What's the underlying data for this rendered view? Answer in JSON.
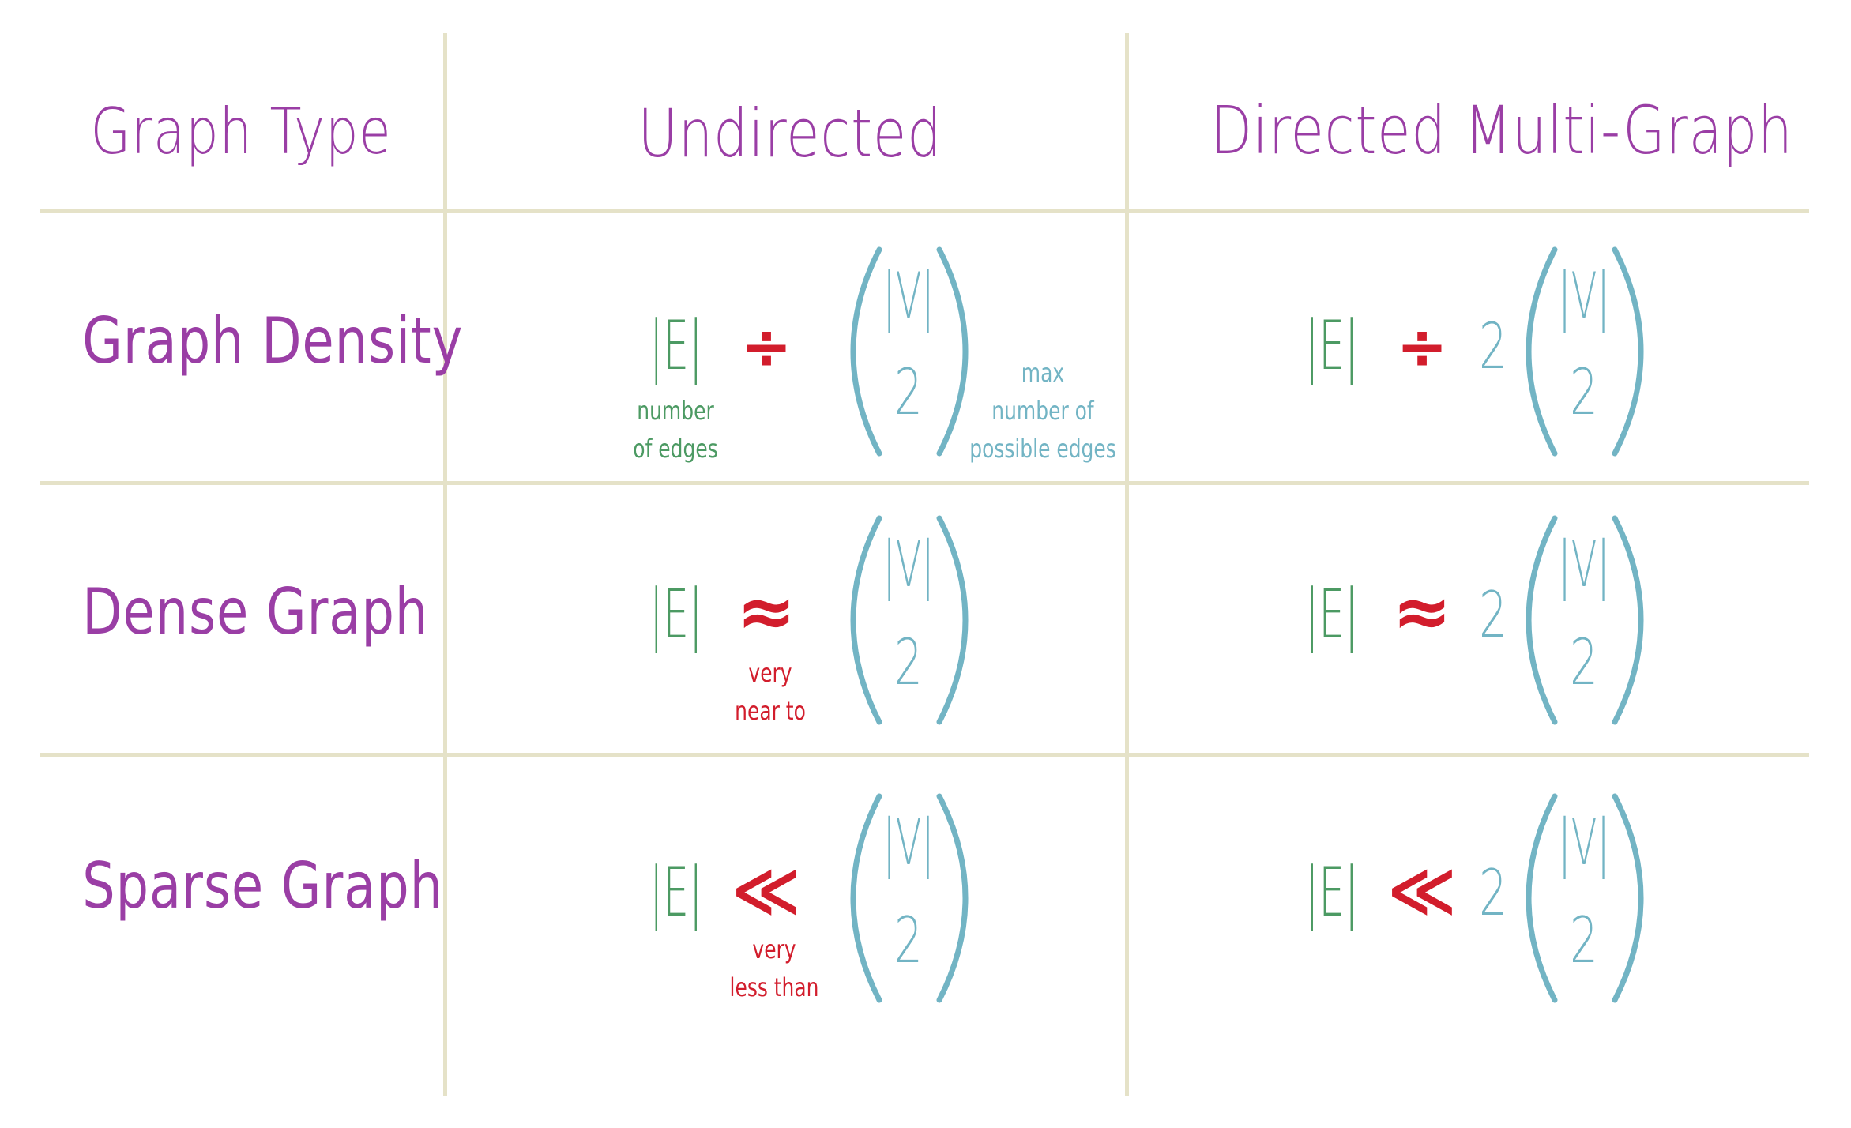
{
  "headers": {
    "col1": "Graph Type",
    "col2": "Undirected",
    "col3": "Directed Multi-Graph"
  },
  "rows": [
    {
      "label": "Graph Density",
      "undirected": {
        "lhs": "|E|",
        "op": "÷",
        "top": "|V|",
        "bottom": "2",
        "lhs_note": [
          "number",
          "of edges"
        ],
        "rhs_note": [
          "max",
          "number of",
          "possible edges"
        ]
      },
      "directed": {
        "lhs": "|E|",
        "op": "÷",
        "coef": "2",
        "top": "|V|",
        "bottom": "2"
      }
    },
    {
      "label": "Dense Graph",
      "undirected": {
        "lhs": "|E|",
        "op": "≈",
        "top": "|V|",
        "bottom": "2",
        "op_note": [
          "very",
          "near to"
        ]
      },
      "directed": {
        "lhs": "|E|",
        "op": "≈",
        "coef": "2",
        "top": "|V|",
        "bottom": "2"
      }
    },
    {
      "label": "Sparse Graph",
      "undirected": {
        "lhs": "|E|",
        "op": "≪",
        "top": "|V|",
        "bottom": "2",
        "op_note": [
          "very",
          "less than"
        ]
      },
      "directed": {
        "lhs": "|E|",
        "op": "≪",
        "coef": "2",
        "top": "|V|",
        "bottom": "2"
      }
    }
  ],
  "colors": {
    "title": "#9a3ea5",
    "edges": "#4c9a63",
    "operator": "#d21d2c",
    "vertices": "#72b4c4",
    "grid": "#e5e2c8"
  }
}
